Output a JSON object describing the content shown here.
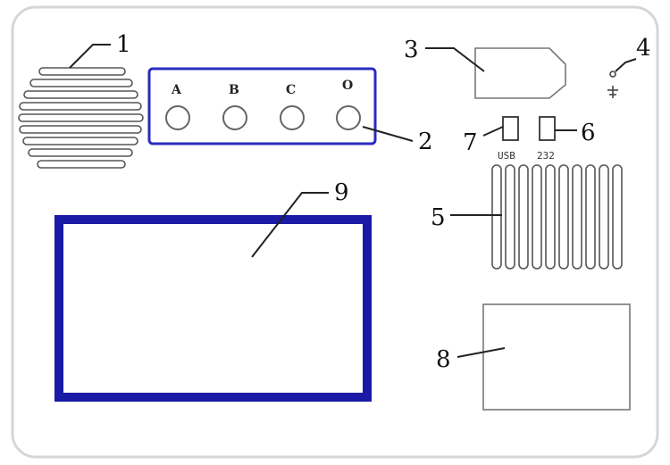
{
  "callouts": [
    "1",
    "2",
    "3",
    "4",
    "5",
    "6",
    "7",
    "8",
    "9"
  ],
  "terminals": [
    "A",
    "B",
    "C",
    "O"
  ],
  "ports": {
    "usb": "USB",
    "rs232": "232"
  },
  "colors": {
    "panel_border": "#d9d9d9",
    "terminal_box": "#2b2bbf",
    "screen": "#1a1aa6",
    "line": "#222222",
    "outline": "#555555"
  },
  "icons": {
    "speaker": "speaker-grille-icon",
    "ground": "ground-icon",
    "vent": "vent-grille-icon"
  }
}
